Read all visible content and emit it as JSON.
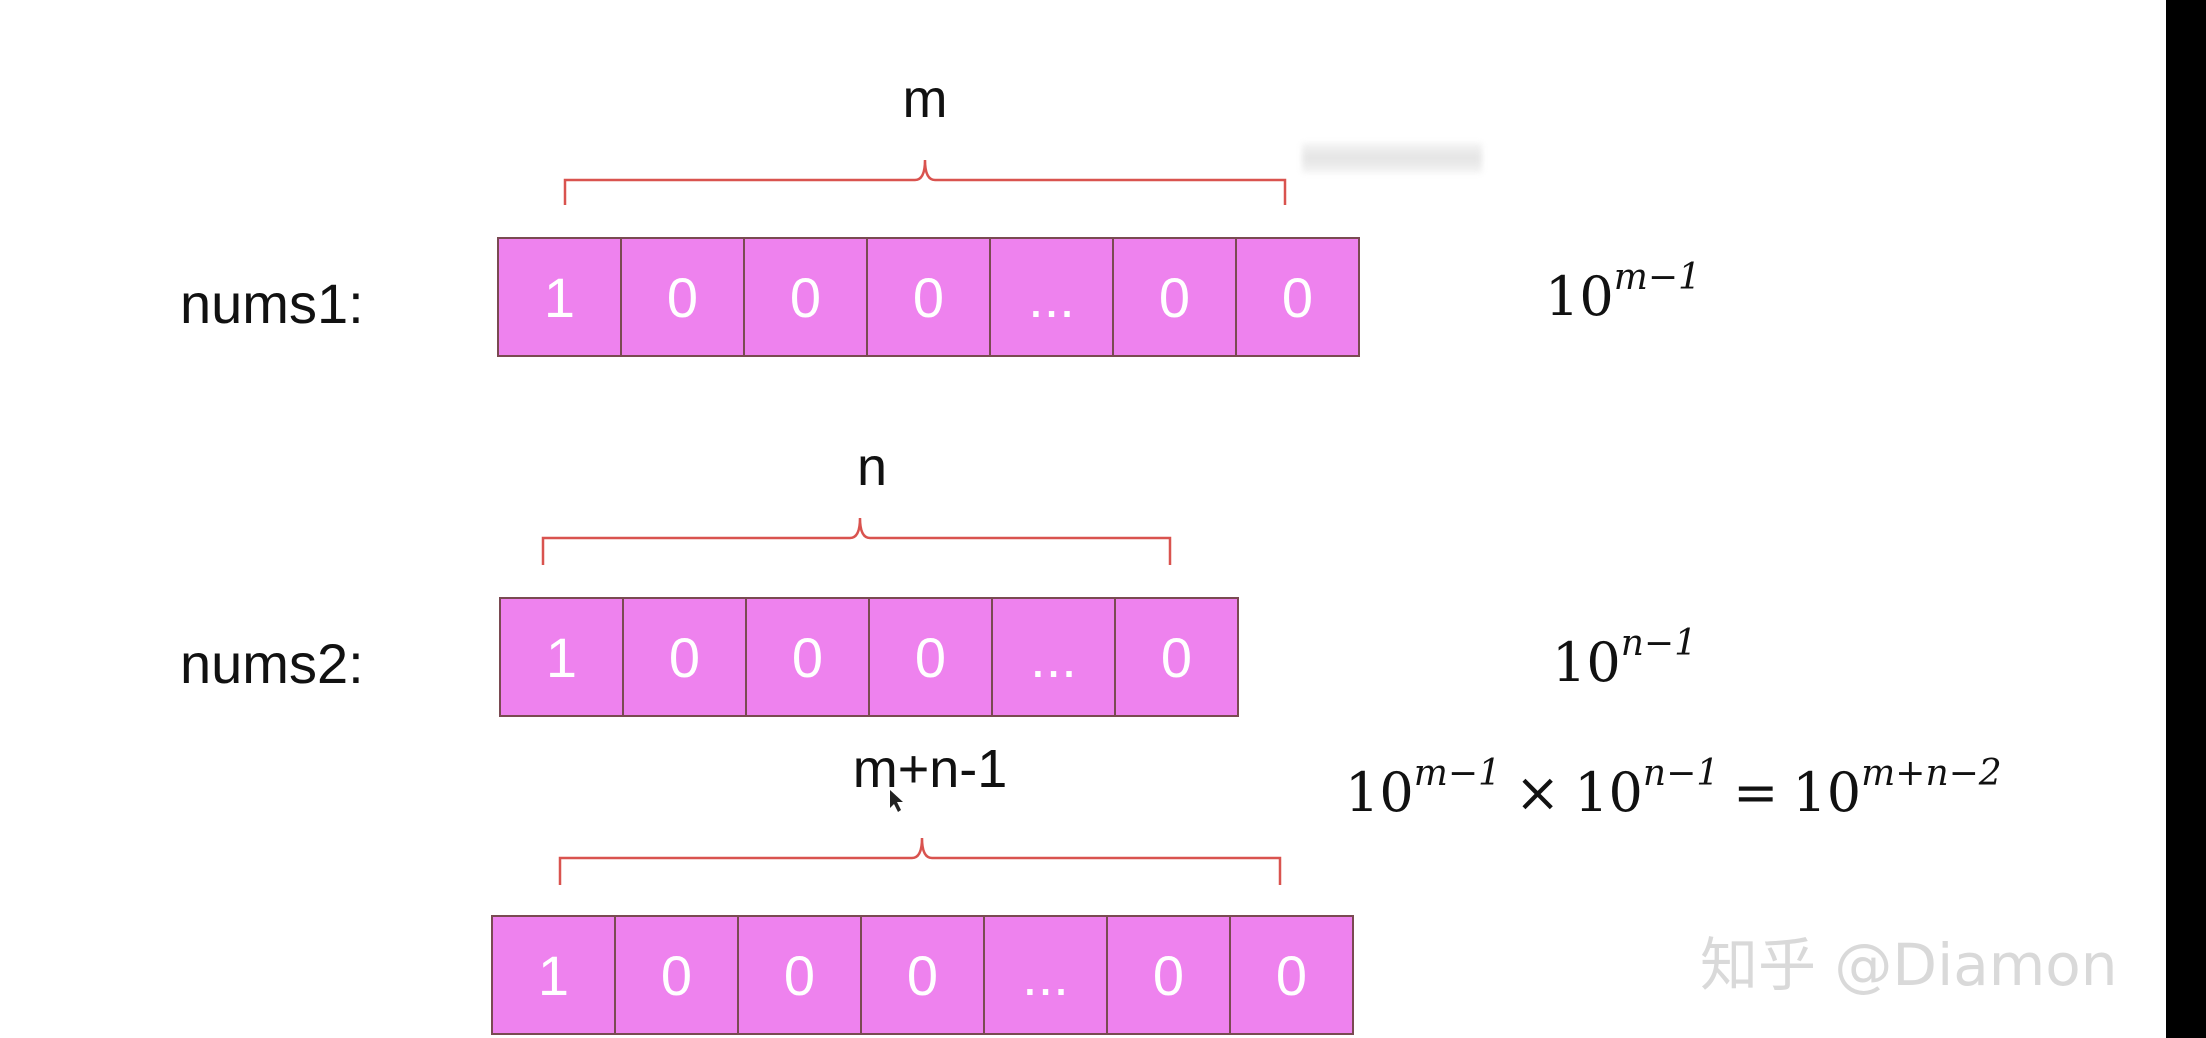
{
  "rows": [
    {
      "label": "nums1:",
      "brace_label": "m",
      "cells": [
        "1",
        "0",
        "0",
        "0",
        "...",
        "0",
        "0"
      ]
    },
    {
      "label": "nums2:",
      "brace_label": "n",
      "cells": [
        "1",
        "0",
        "0",
        "0",
        "...",
        "0"
      ]
    },
    {
      "label": "",
      "brace_label": "m+n-1",
      "cells": [
        "1",
        "0",
        "0",
        "0",
        "...",
        "0",
        "0"
      ]
    }
  ],
  "formulas": {
    "f1": {
      "base": "10",
      "exp": "m−1"
    },
    "f2": {
      "base": "10",
      "exp": "n−1"
    },
    "product": {
      "a_base": "10",
      "a_exp": "m−1",
      "times": "×",
      "b_base": "10",
      "b_exp": "n−1",
      "equals": "=",
      "c_base": "10",
      "c_exp": "m+n−2"
    }
  },
  "watermark": "知乎 @Diamon",
  "colors": {
    "cell_fill": "#ee82ee",
    "cell_border": "#7a4a52",
    "brace": "#d9534f",
    "cell_text": "#ffffff"
  }
}
